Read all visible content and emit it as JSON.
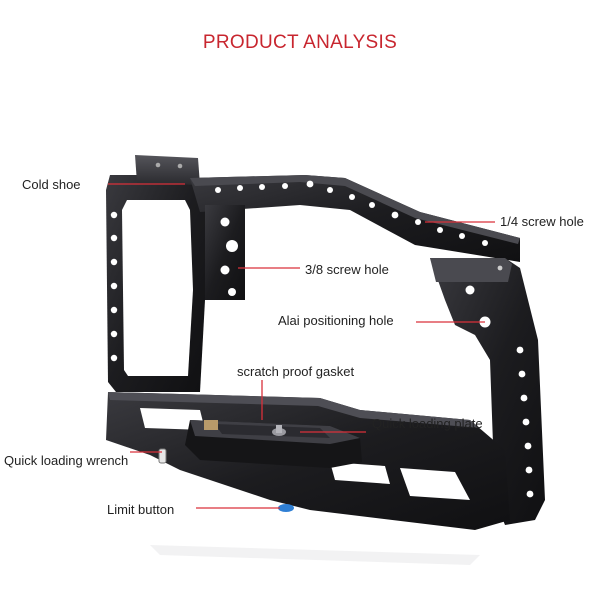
{
  "title": "PRODUCT ANALYSIS",
  "colors": {
    "title": "#c8262f",
    "leader_line": "#d9303a",
    "cage_body": "#1f1f22",
    "cage_highlight": "#6a6a70",
    "label_text": "#222222"
  },
  "product": "camera-cage",
  "callouts": {
    "cold_shoe": "Cold shoe",
    "quarter_screw_hole": "1/4 screw hole",
    "three_eighths_screw_hole": "3/8 screw hole",
    "alai_positioning_hole": "Alai positioning hole",
    "scratch_proof_gasket": "scratch proof gasket",
    "quick_loading_plate": "Quick loading plate",
    "quick_loading_wrench": "Quick loading wrench",
    "limit_button": "Limit button"
  }
}
